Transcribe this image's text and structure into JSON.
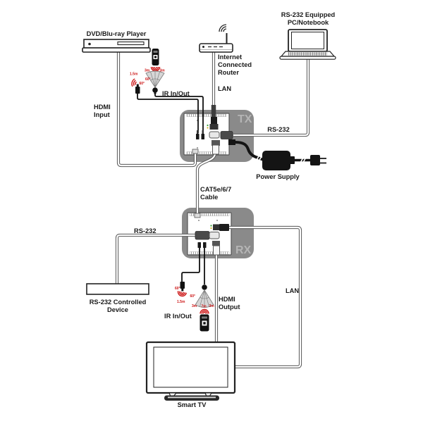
{
  "devices": {
    "dvd_player": {
      "label": "DVD/Blu-ray Player"
    },
    "pc": {
      "label_line1": "RS-232 Equipped",
      "label_line2": "PC/Notebook"
    },
    "router": {
      "label_line1": "Internet",
      "label_line2": "Connected",
      "label_line3": "Router"
    },
    "tx_unit": {
      "label": "TX"
    },
    "rx_unit": {
      "label": "RX"
    },
    "power_supply": {
      "label": "Power Supply"
    },
    "rs232_device": {
      "label_line1": "RS-232 Controlled",
      "label_line2": "Device"
    },
    "smart_tv": {
      "label": "Smart TV"
    }
  },
  "connections": {
    "hdmi_input": {
      "line1": "HDMI",
      "line2": "Input"
    },
    "hdmi_output": {
      "line1": "HDMI",
      "line2": "Output"
    },
    "lan_top": "LAN",
    "lan_bottom": "LAN",
    "rs232_pc": "RS-232",
    "rs232_device": "RS-232",
    "cat_cable": {
      "line1": "CAT5e/6/7",
      "line2": "Cable"
    },
    "ir_top": "IR In/Out",
    "ir_bottom": "IR In/Out"
  },
  "ir_specs": {
    "angle": "60°",
    "emitter_range": "1.5m",
    "range_side": "3m",
    "range_center": "7m"
  },
  "colors": {
    "unit_fill": "#8a8a8a",
    "unit_label": "#b5b5b5",
    "ir_wave_red": "#cc1414"
  }
}
